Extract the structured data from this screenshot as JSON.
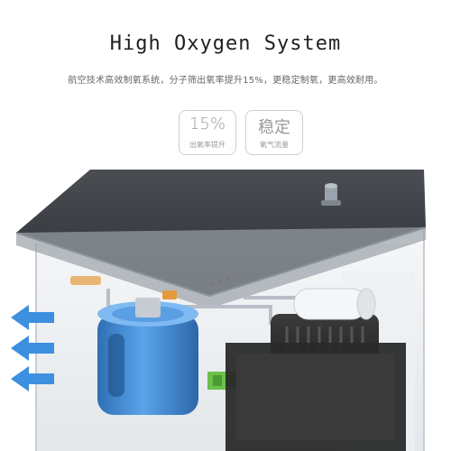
{
  "header": {
    "title": "High Oxygen System",
    "subtitle": "航空技术高效制氧系统，分子筛出氧率提升15%，更稳定制氧，更高效耐用。"
  },
  "badges": [
    {
      "value": "15%",
      "label": "出氧率提升"
    },
    {
      "value": "稳定",
      "label": "氧气流量"
    }
  ],
  "colors": {
    "arrow": "#3d8fe0",
    "tank": "#4a90d9",
    "lid": "#3a3d42",
    "accent_green": "#6cbf4a",
    "accent_orange": "#e59a3c"
  },
  "icons": [
    "airflow-arrow-icon",
    "airflow-arrow-icon",
    "airflow-arrow-icon"
  ]
}
